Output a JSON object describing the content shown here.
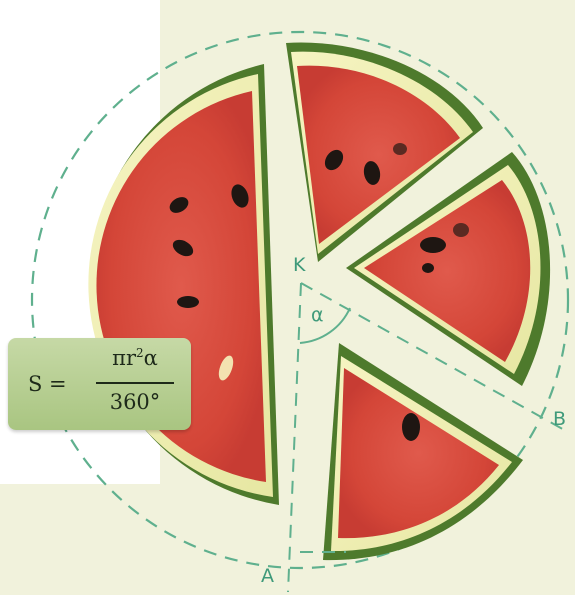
{
  "labels": {
    "vertex": "K",
    "point_a": "A",
    "point_b": "B",
    "angle": "α"
  },
  "formula": {
    "lhs": "S =",
    "numerator_base": "πr",
    "numerator_exponent": "2",
    "numerator_tail": "α",
    "denominator": "360°"
  },
  "colors": {
    "background_panel": "#f1f2dc",
    "dashed_lines": "#5fb08e",
    "rind_outer": "#4e7a2c",
    "rind_inner": "#f2f0b4",
    "flesh": "#d7473e",
    "seed": "#1e1612",
    "formula_card": "#b7cf8f"
  }
}
